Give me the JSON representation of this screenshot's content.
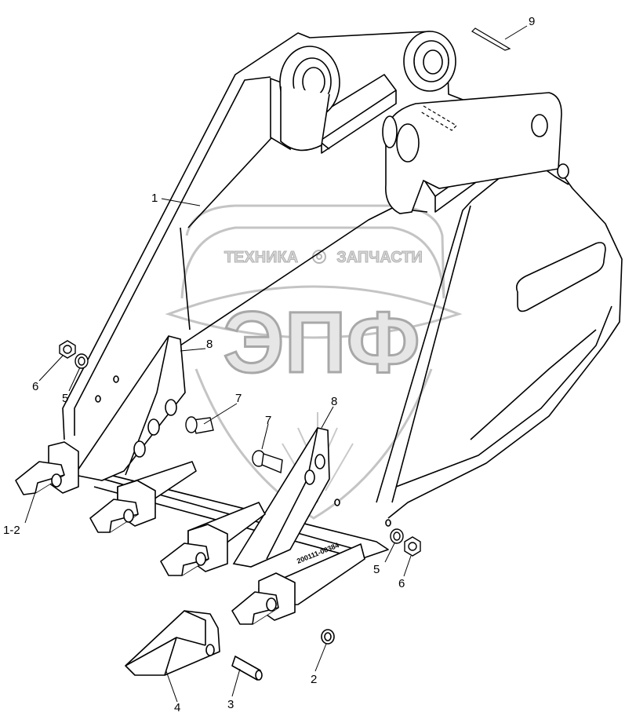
{
  "watermark": {
    "top_text": "ТЕХНИКА",
    "bottom_text": "ЗАПЧАСТИ",
    "logo": "ЭПФ",
    "color": "#bdbdbd"
  },
  "part_marking": "200111-00384",
  "callouts": {
    "c1": "1",
    "c1_2": "1-2",
    "c2": "2",
    "c3": "3",
    "c4": "4",
    "c5_left": "5",
    "c5_right": "5",
    "c6_left": "6",
    "c6_right": "6",
    "c7_left": "7",
    "c7_right": "7",
    "c8_left": "8",
    "c8_right": "8",
    "c9": "9"
  },
  "colors": {
    "line": "#000000",
    "background": "#ffffff"
  }
}
